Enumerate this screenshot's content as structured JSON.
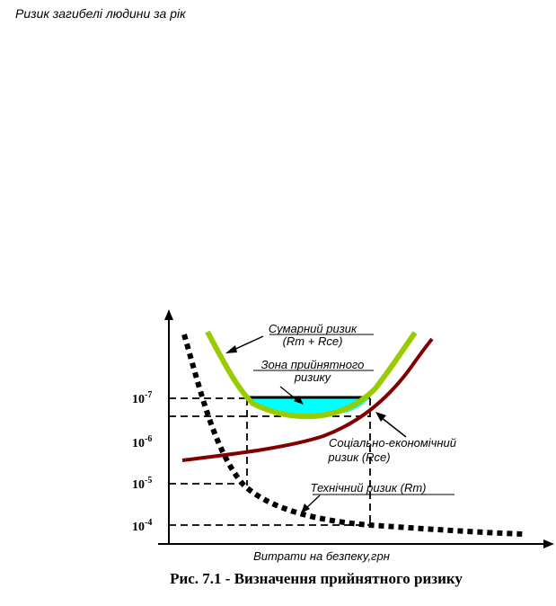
{
  "page": {
    "top_label": "Ризик загибелі людини за рік",
    "x_axis_label": "Витрати на безпеку,грн",
    "caption": "Рис. 7.1 -  Визначення прийнятного ризику"
  },
  "y_ticks": [
    {
      "base": "10",
      "exp": "-7"
    },
    {
      "base": "10",
      "exp": "-6"
    },
    {
      "base": "10",
      "exp": "-5"
    },
    {
      "base": "10",
      "exp": "-4"
    }
  ],
  "annotations": {
    "sum_risk_line1": "Сумарний ризик",
    "sum_risk_line2": "(Rт + Rсе)",
    "zone_line1": "Зона прийнятного",
    "zone_line2": "ризику",
    "socio_line1": "Соціально-економічний",
    "socio_line2": "ризик (Rсе)",
    "tech": "Технічний ризик (Rт)"
  },
  "colors": {
    "sum_curve": "#99cc00",
    "socio_curve": "#800000",
    "tech_curve": "#000000",
    "zone_fill": "#00ffff",
    "axis": "#000000"
  }
}
